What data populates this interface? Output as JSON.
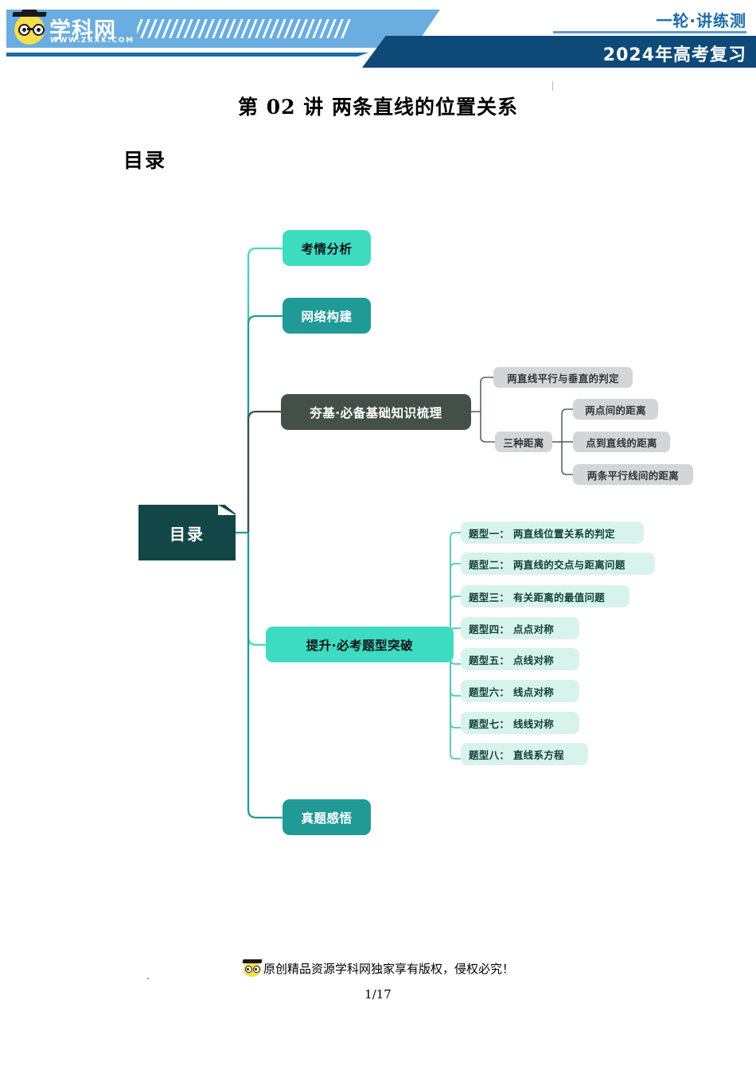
{
  "header": {
    "logo_word": "学科网",
    "logo_url": "WWW.ZXXK.COM",
    "top_label": "一轮·讲练测",
    "bottom_label": "2024年高考复习"
  },
  "document": {
    "title": "第 02 讲  两条直线的位置关系",
    "subtitle": "目录"
  },
  "mindmap": {
    "root": {
      "label": "目录"
    },
    "branches": [
      {
        "label": "考情分析",
        "color": "#3ddbc0",
        "text_color": "#101418"
      },
      {
        "label": "网络构建",
        "color": "#1f9a97",
        "text_color": "#ffffff"
      },
      {
        "label": "夯基·必备基础知识梳理",
        "color": "#434f48",
        "text_color": "#ffffff"
      },
      {
        "label": "提升·必考题型突破",
        "color": "#3ddbc0",
        "text_color": "#101418"
      },
      {
        "label": "真题感悟",
        "color": "#1f9a97",
        "text_color": "#ffffff"
      }
    ],
    "basics_children": [
      {
        "label": "两直线平行与垂直的判定"
      },
      {
        "label": "三种距离"
      }
    ],
    "distance_children": [
      {
        "label": "两点间的距离"
      },
      {
        "label": "点到直线的距离"
      },
      {
        "label": "两条平行线间的距离"
      }
    ],
    "question_types": [
      {
        "label": "题型一：  两直线位置关系的判定"
      },
      {
        "label": "题型二：  两直线的交点与距离问题"
      },
      {
        "label": "题型三：  有关距离的最值问题"
      },
      {
        "label": "题型四：  点点对称"
      },
      {
        "label": "题型五：  点线对称"
      },
      {
        "label": "题型六：  线点对称"
      },
      {
        "label": "题型七：  线线对称"
      },
      {
        "label": "题型八：  直线系方程"
      }
    ],
    "colors": {
      "bright_teal": "#3ddbc0",
      "deep_teal": "#1f9a97",
      "dark_green": "#434f48",
      "root_dark": "#134747",
      "gray_node": "#d3d6d7",
      "mint_node": "#d8f3ec"
    }
  },
  "footer": {
    "copyright": "原创精品资源学科网独家享有版权，侵权必究！",
    "page": "1/17"
  }
}
